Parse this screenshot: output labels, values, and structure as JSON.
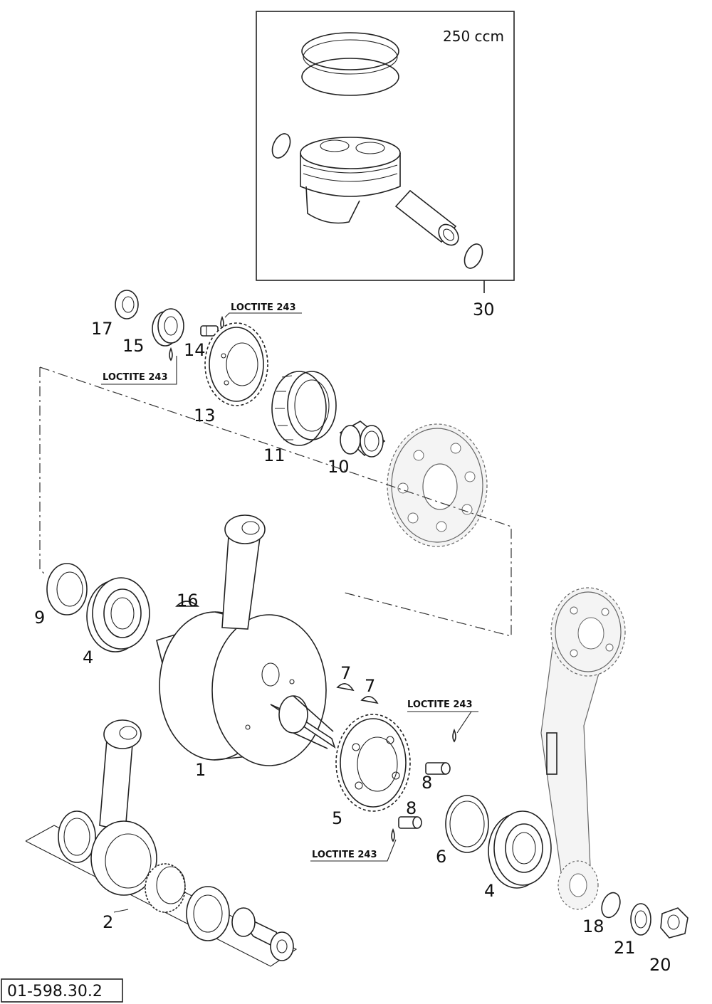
{
  "document_id": "01-598.30.2",
  "piston_box": {
    "displacement_label": "250 ccm",
    "callout": "30"
  },
  "loctite_label": "LOCTITE 243",
  "callouts": {
    "main_bearing_seal": "9",
    "main_bearing_left": "4",
    "main_bearing_right": "4",
    "crankshaft": "1",
    "conrod_kit": "2",
    "woodruff_key": "16",
    "key_a": "7",
    "key_b": "7",
    "gear_5": "5",
    "screw_8a": "8",
    "screw_8b": "8",
    "shim_6": "6",
    "circlip_18": "18",
    "washer_21": "21",
    "nut_20": "20",
    "seal_17": "17",
    "sleeve_15": "15",
    "screw_14": "14",
    "gear_13": "13",
    "freewheel_11": "11",
    "needle_bearing_10": "10"
  }
}
